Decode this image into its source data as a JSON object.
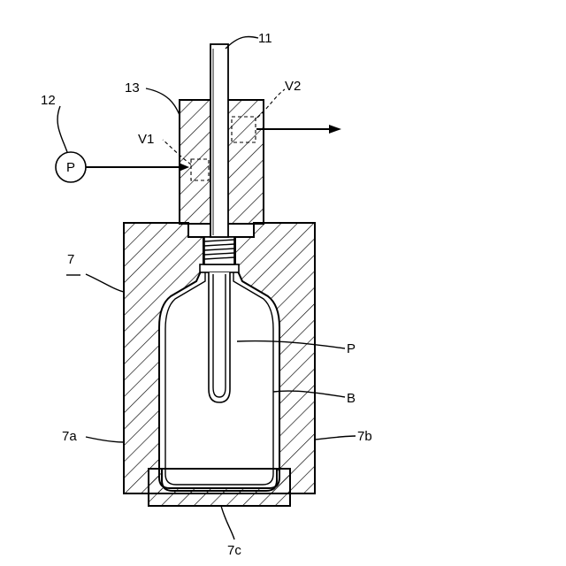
{
  "labels": {
    "rod": "11",
    "pressure_source_ref": "12",
    "pressure_source_symbol": "P",
    "block": "13",
    "valve1": "V1",
    "valve2": "V2",
    "mold": "7",
    "mold_left_half": "7a",
    "mold_right_half": "7b",
    "mold_bottom": "7c",
    "preform": "P",
    "bottle": "B"
  }
}
